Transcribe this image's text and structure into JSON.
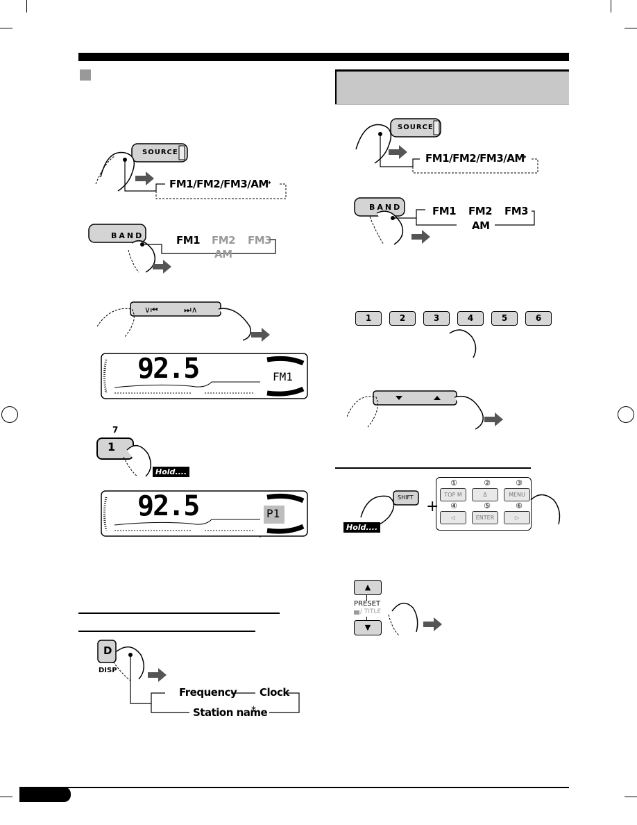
{
  "left_section": {
    "source_flow": {
      "button": "SOURCE",
      "sequence": "FM1/FM2/FM3/AM"
    },
    "band_flow": {
      "button": "BAND",
      "active": "FM1",
      "fm2": "FM2",
      "fm3": "FM3",
      "am": "AM"
    },
    "display1": {
      "frequency": "92.5",
      "band": "FM1"
    },
    "preset_step": {
      "superscript": "7",
      "button": "1",
      "hold": "Hold...."
    },
    "display2": {
      "frequency": "92.5",
      "preset": "P1"
    },
    "disp_flow": {
      "button": "D",
      "button_caption": "DISP",
      "item1": "Frequency",
      "item2": "Clock",
      "item3": "Station name",
      "item3_mark": "*"
    }
  },
  "right_section": {
    "source_flow": {
      "button": "SOURCE",
      "sequence": "FM1/FM2/FM3/AM"
    },
    "band_flow": {
      "button": "BAND",
      "fm1": "FM1",
      "fm2": "FM2",
      "fm3": "FM3",
      "am": "AM"
    },
    "presets": [
      "1",
      "2",
      "3",
      "4",
      "5",
      "6"
    ],
    "shift_step": {
      "shift_button": "SHIFT",
      "hold": "Hold....",
      "plus": "+",
      "numbers": [
        "①",
        "②",
        "③",
        "④",
        "⑤",
        "⑥"
      ],
      "buttons": [
        "TOP M",
        "Δ",
        "MENU",
        "◁",
        "ENTER",
        "▷"
      ]
    },
    "preset_title": {
      "label": "PRESET",
      "sub": "/ TITLE"
    }
  }
}
